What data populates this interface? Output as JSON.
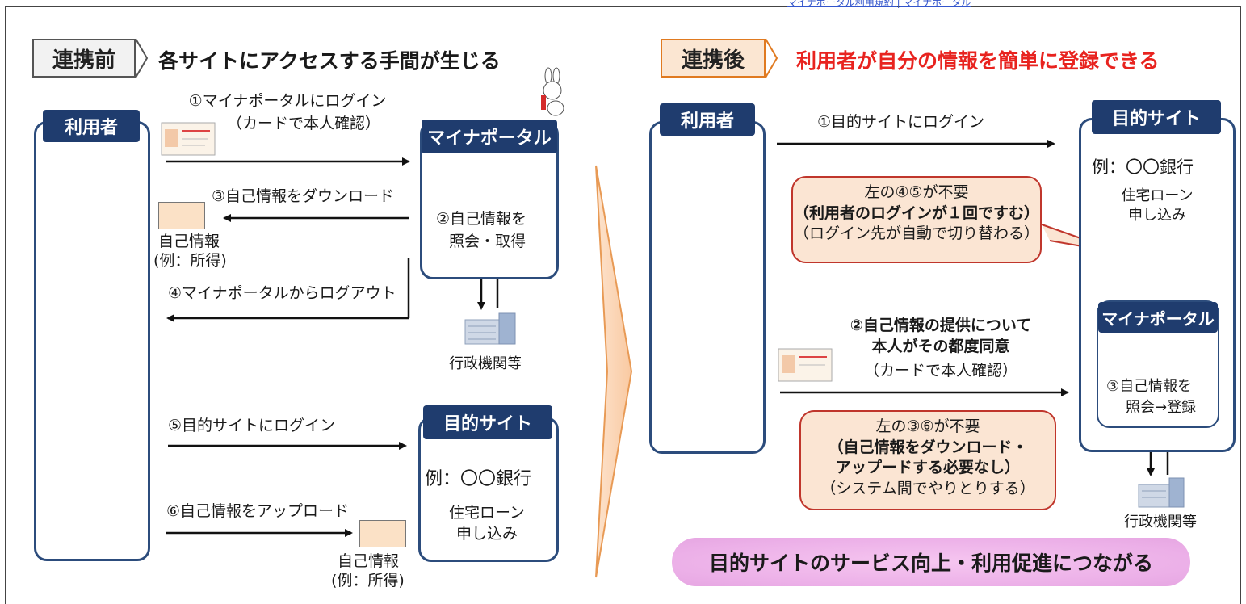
{
  "top_link": "マイナポータル利用規約 | マイナポータル",
  "before": {
    "tag": "連携前",
    "heading": "各サイトにアクセスする手間が生じる",
    "user_label": "利用者",
    "step1_line1": "①マイナポータルにログイン",
    "step1_line2": "（カードで本人確認）",
    "step3": "③自己情報をダウンロード",
    "doc1_line1": "自己情報",
    "doc1_line2": "(例：所得)",
    "step4": "④マイナポータルからログアウト",
    "portal_label": "マイナポータル",
    "portal_step2_line1": "②自己情報を",
    "portal_step2_line2": "照会・取得",
    "gov": "行政機関等",
    "step5": "⑤目的サイトにログイン",
    "step6": "⑥自己情報をアップロード",
    "doc2_line1": "自己情報",
    "doc2_line2": "(例：所得)",
    "site_label": "目的サイト",
    "site_example": "例：〇〇銀行",
    "site_service_line1": "住宅ローン",
    "site_service_line2": "申し込み"
  },
  "after": {
    "tag": "連携後",
    "heading": "利用者が自分の情報を簡単に登録できる",
    "user_label": "利用者",
    "step1": "①目的サイトにログイン",
    "callout1_line1": "左の④⑤が不要",
    "callout1_line2": "（利用者のログインが１回ですむ）",
    "callout1_line3": "（ログイン先が自動で切り替わる）",
    "step2_line1": "②自己情報の提供について",
    "step2_line2": "本人がその都度同意",
    "step2_line3": "（カードで本人確認）",
    "callout2_line1": "左の③⑥が不要",
    "callout2_line2": "（自己情報をダウンロード・",
    "callout2_line3": "アップードする必要なし）",
    "callout2_line4": "（システム間でやりとりする）",
    "site_label": "目的サイト",
    "site_example": "例：〇〇銀行",
    "site_service_line1": "住宅ローン",
    "site_service_line2": "申し込み",
    "portal_label": "マイナポータル",
    "portal_step3_line1": "③自己情報を",
    "portal_step3_line2": "照会→登録",
    "gov": "行政機関等",
    "summary": "目的サイトのサービス向上・利用促進につながる"
  },
  "colors": {
    "navy": "#1f3c6e",
    "orange": "#e07a20",
    "red_heading": "#e8231f",
    "callout_border": "#c0362c",
    "callout_fill": "#fbe5d3",
    "pill": "#ecb0e8",
    "big_arrow": "#4a7cc4"
  }
}
